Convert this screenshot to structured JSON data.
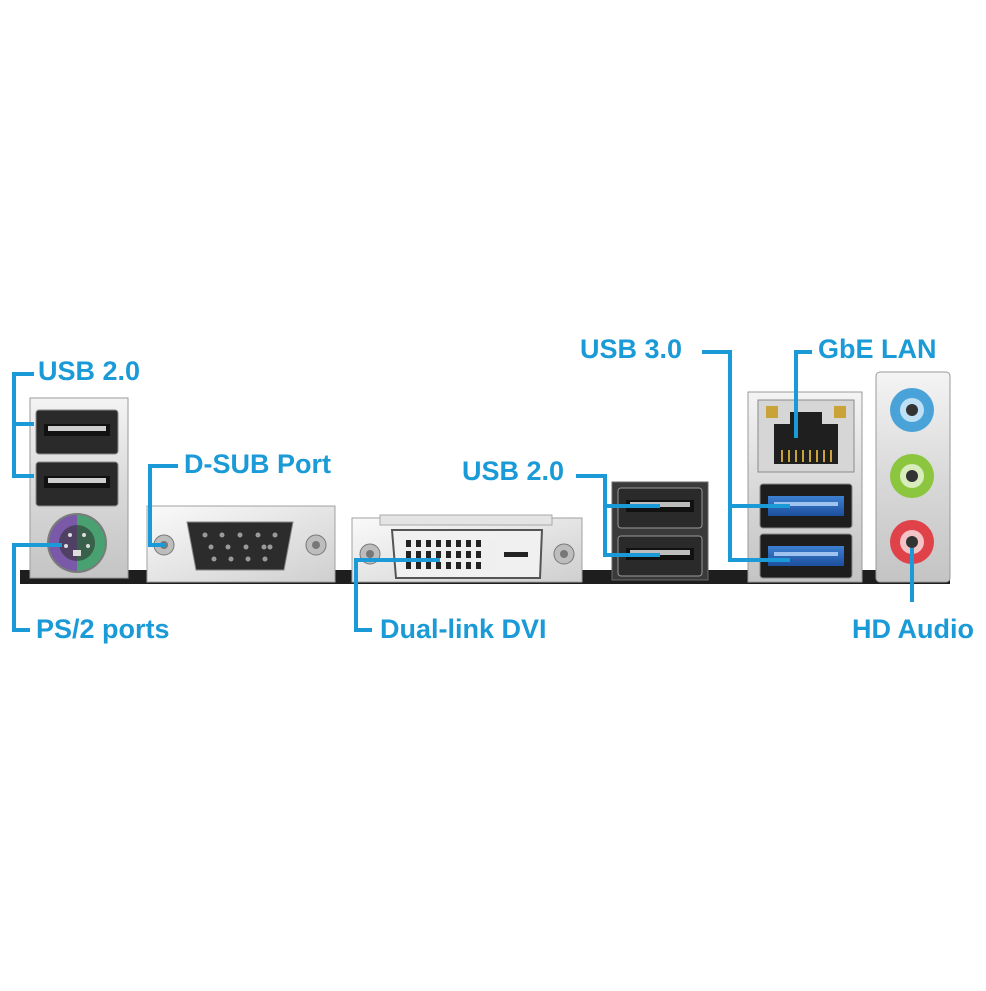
{
  "diagram": {
    "accent_color": "#1a9ad6",
    "labels": {
      "usb20_left": "USB 2.0",
      "ps2": "PS/2 ports",
      "dsub": "D-SUB Port",
      "dvi": "Dual-link DVI",
      "usb20_mid": "USB 2.0",
      "usb30": "USB 3.0",
      "lan": "GbE LAN",
      "audio": "HD Audio"
    },
    "components": [
      {
        "name": "usb-2-0-port-stack-left",
        "icon": "usb-port-icon"
      },
      {
        "name": "ps2-combo-port",
        "icon": "ps2-port-icon"
      },
      {
        "name": "d-sub-port",
        "icon": "vga-port-icon"
      },
      {
        "name": "dvi-port",
        "icon": "dvi-port-icon"
      },
      {
        "name": "usb-2-0-port-stack-mid",
        "icon": "usb-port-icon"
      },
      {
        "name": "usb-3-0-ports",
        "icon": "usb3-port-icon"
      },
      {
        "name": "lan-port",
        "icon": "rj45-port-icon"
      },
      {
        "name": "audio-jacks",
        "icon": "audio-jack-icon",
        "jack_colors": [
          "#4aa3d8",
          "#8cc63f",
          "#e0424a"
        ]
      }
    ]
  }
}
